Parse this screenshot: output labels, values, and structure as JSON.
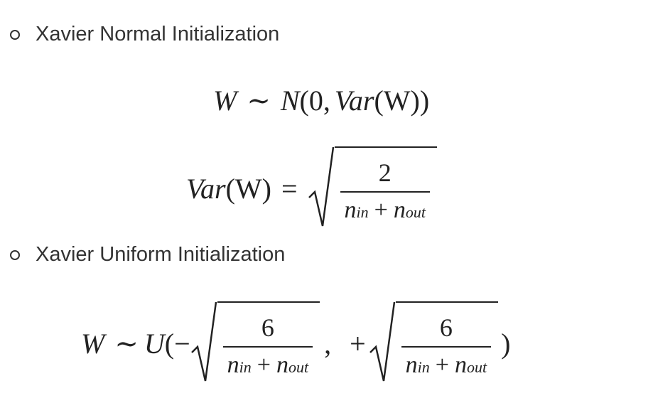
{
  "sections": [
    {
      "heading": "Xavier Normal Initialization",
      "formula1": {
        "lhs": "W",
        "relation": "∼",
        "dist": "N",
        "open": "(",
        "arg1": "0,",
        "var_fn": "Var",
        "var_arg": "(W)",
        "close": ")"
      },
      "formula2": {
        "lhs_fn": "Var",
        "lhs_arg": "(W)",
        "eq": "=",
        "numerator": "2",
        "n_in": "n",
        "n_in_sub": "in",
        "plus": "+",
        "n_out": "n",
        "n_out_sub": "out"
      }
    },
    {
      "heading": "Xavier Uniform Initialization",
      "formula": {
        "lhs": "W",
        "relation": "∼",
        "dist": "U",
        "open": "(",
        "minus": "−",
        "numerator1": "6",
        "comma": ",",
        "plus_sign": "+",
        "numerator2": "6",
        "n": "n",
        "sub_in": "in",
        "plus": "+",
        "sub_out": "out",
        "close": ")"
      }
    }
  ]
}
